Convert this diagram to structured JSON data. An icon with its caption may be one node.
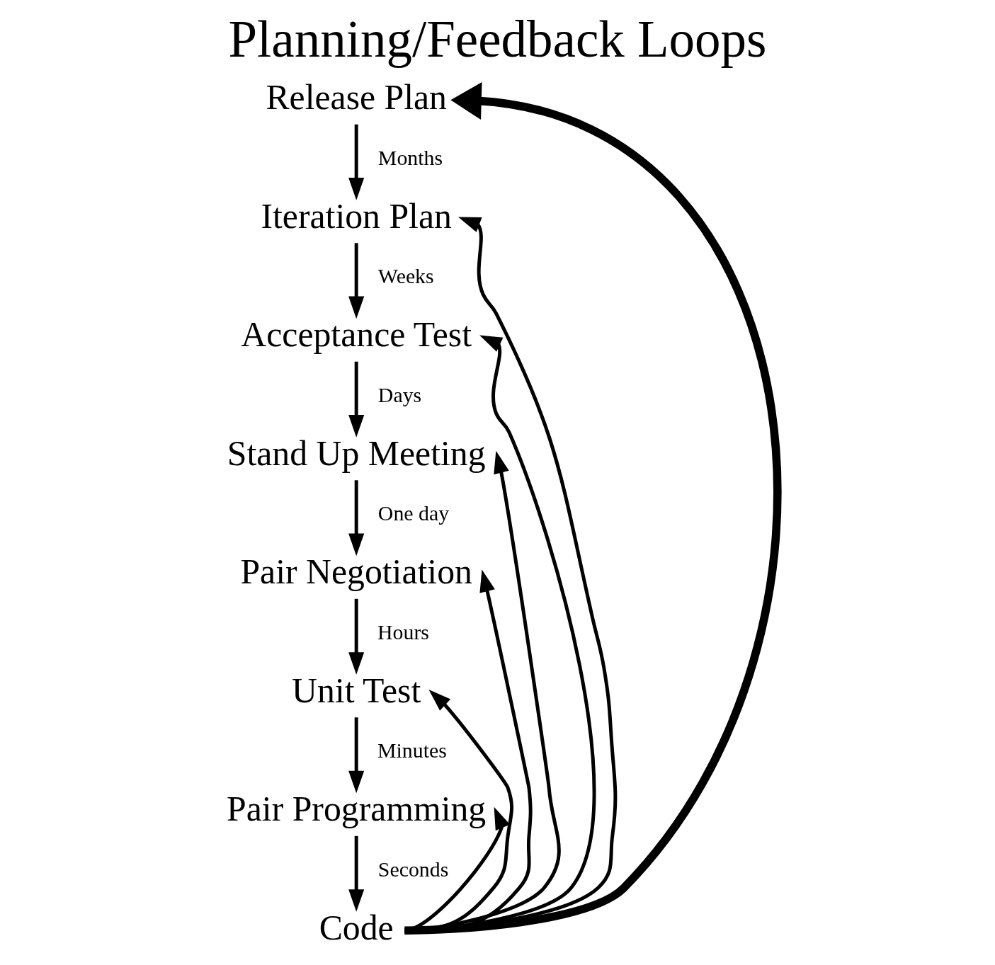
{
  "diagram": {
    "title": "Planning/Feedback Loops",
    "nodes": [
      {
        "text": [
          "Release Plan"
        ]
      },
      {
        "text": [
          "Iteration Plan"
        ]
      },
      {
        "text": [
          "Acceptance Test"
        ]
      },
      {
        "text": [
          "Stand Up Meeting"
        ]
      },
      {
        "text": [
          "Pair Negotiation"
        ]
      },
      {
        "text": [
          "Unit Test"
        ]
      },
      {
        "text": [
          "Pair Programming"
        ]
      },
      {
        "text": [
          "Code"
        ]
      }
    ],
    "edges": [
      {
        "from": 0,
        "to": 1,
        "arrow": "to",
        "label": "Months"
      },
      {
        "from": 1,
        "to": 2,
        "arrow": "to",
        "label": "Weeks"
      },
      {
        "from": 2,
        "to": 3,
        "arrow": "to",
        "label": "Days"
      },
      {
        "from": 3,
        "to": 4,
        "arrow": "to",
        "label": "One day"
      },
      {
        "from": 4,
        "to": 5,
        "arrow": "to",
        "label": "Hours"
      },
      {
        "from": 5,
        "to": 6,
        "arrow": "to",
        "label": "Minutes"
      },
      {
        "from": 6,
        "to": 7,
        "arrow": "to",
        "label": "Seconds"
      },
      {
        "from": 7,
        "to": 0,
        "arrow": "to",
        "style": "thick"
      },
      {
        "from": 7,
        "to": 1,
        "arrow": "to"
      },
      {
        "from": 7,
        "to": 2,
        "arrow": "to"
      },
      {
        "from": 7,
        "to": 3,
        "arrow": "to"
      },
      {
        "from": 7,
        "to": 4,
        "arrow": "to"
      },
      {
        "from": 7,
        "to": 5,
        "arrow": "to"
      },
      {
        "from": 7,
        "to": 6,
        "arrow": "to"
      }
    ]
  }
}
